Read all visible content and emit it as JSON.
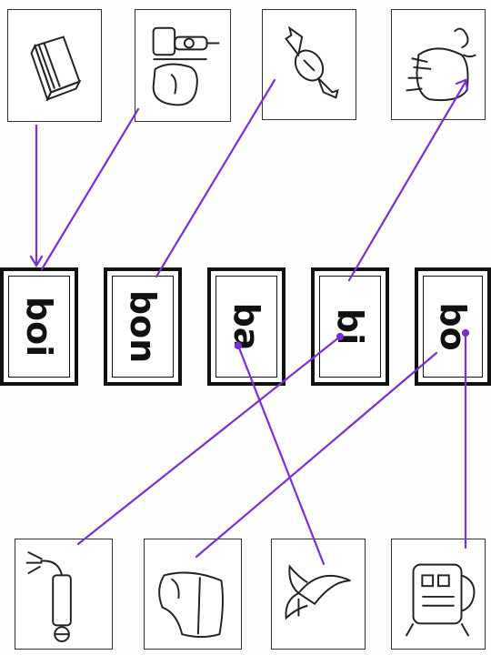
{
  "words": [
    {
      "id": "boi",
      "text": "boi"
    },
    {
      "id": "bon",
      "text": "bon"
    },
    {
      "id": "ba",
      "text": "ba"
    },
    {
      "id": "bi",
      "text": "bi"
    },
    {
      "id": "bo",
      "text": "bo"
    }
  ],
  "top_pictures": [
    "box-icon",
    "boiler-icon",
    "candy-icon",
    "goat-icon"
  ],
  "bottom_pictures": [
    "faucet-icon",
    "boot-icon",
    "banana-icon",
    "robot-icon"
  ],
  "connector_color": "#7a2fd0"
}
